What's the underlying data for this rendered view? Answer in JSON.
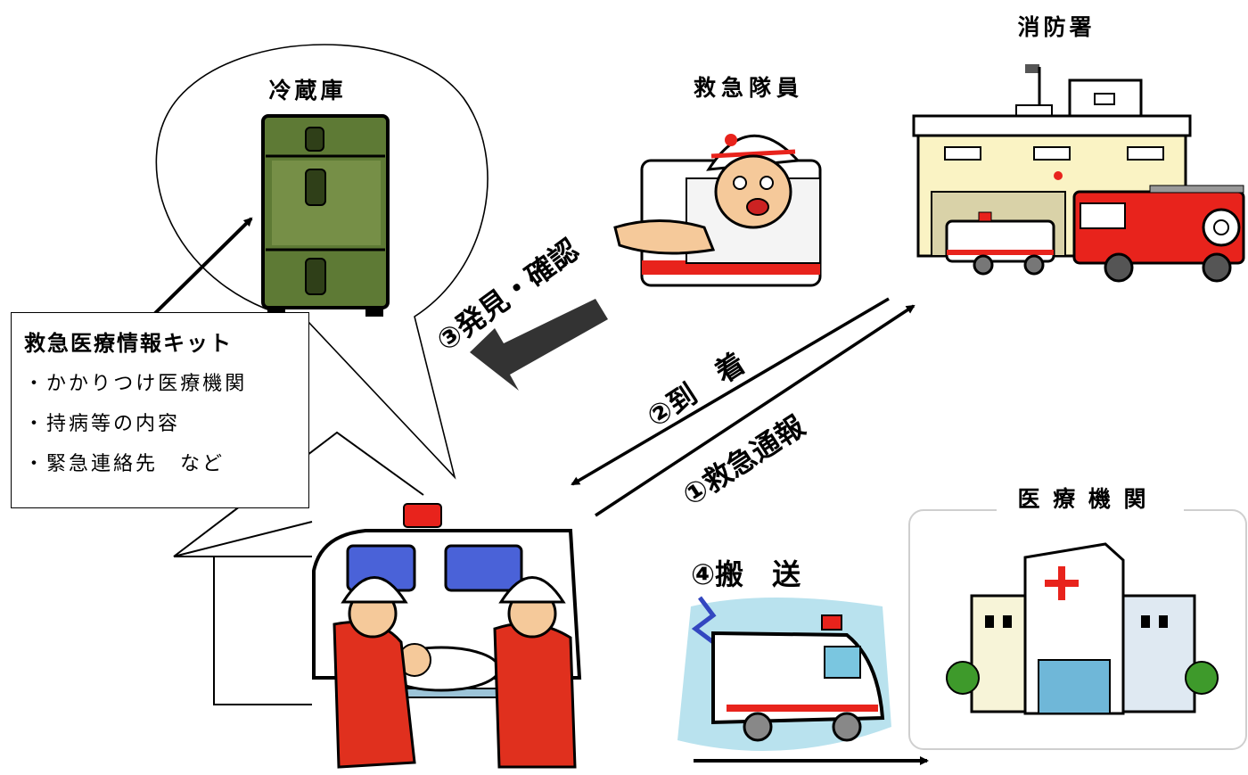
{
  "labels": {
    "fridge": "冷蔵庫",
    "paramedic": "救急隊員",
    "fire_station": "消防署",
    "hospital": "医 療 機 関"
  },
  "kit": {
    "title": "救急医療情報キット",
    "items": [
      "・かかりつけ医療機関",
      "・持病等の内容",
      "・緊急連絡先　など"
    ]
  },
  "steps": {
    "s1": "①救急通報",
    "s2": "②到　着",
    "s3": "③発見・確認",
    "s4": "④搬　送"
  },
  "colors": {
    "fire_red": "#e8231c",
    "fridge_green": "#5e7a35",
    "uniform_red": "#e0301e",
    "arrow_dark": "#333333"
  },
  "icons": [
    "fridge-icon",
    "paramedic-icon",
    "fire-station-icon",
    "ambulance-crew-icon",
    "ambulance-icon",
    "hospital-icon",
    "house-icon"
  ]
}
